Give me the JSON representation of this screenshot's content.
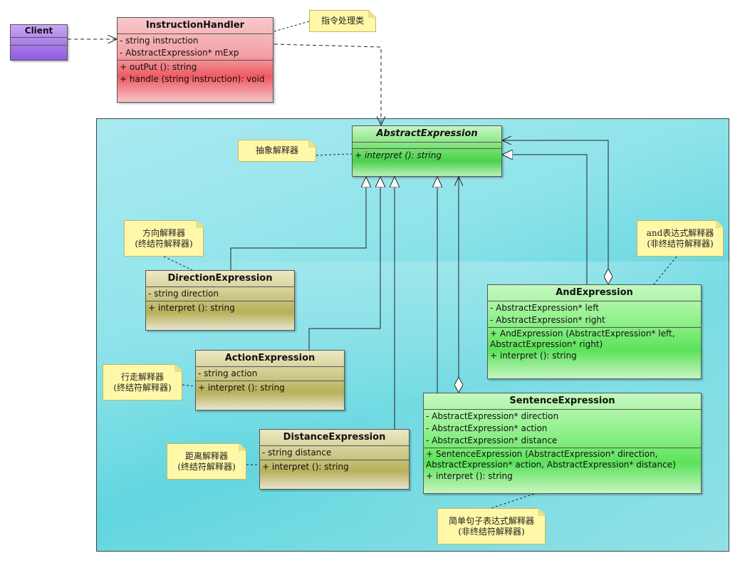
{
  "classes": {
    "client": {
      "name": "Client"
    },
    "instruction_handler": {
      "name": "InstructionHandler",
      "attributes": [
        "- string instruction",
        "- AbstractExpression* mExp"
      ],
      "operations": [
        "+ outPut (): string",
        "+ handle (string instruction): void"
      ]
    },
    "abstract_expression": {
      "name": "AbstractExpression",
      "attributes": [],
      "operations": [
        "+ interpret (): string"
      ]
    },
    "direction_expression": {
      "name": "DirectionExpression",
      "attributes": [
        "- string direction"
      ],
      "operations": [
        "+ interpret (): string"
      ]
    },
    "action_expression": {
      "name": "ActionExpression",
      "attributes": [
        "- string action"
      ],
      "operations": [
        "+ interpret (): string"
      ]
    },
    "distance_expression": {
      "name": "DistanceExpression",
      "attributes": [
        "- string distance"
      ],
      "operations": [
        "+ interpret (): string"
      ]
    },
    "and_expression": {
      "name": "AndExpression",
      "attributes": [
        "- AbstractExpression* left",
        "- AbstractExpression* right"
      ],
      "operations": [
        "+ AndExpression (AbstractExpression* left, AbstractExpression* right)",
        "+ interpret (): string"
      ]
    },
    "sentence_expression": {
      "name": "SentenceExpression",
      "attributes": [
        "- AbstractExpression* direction",
        "- AbstractExpression* action",
        "- AbstractExpression* distance"
      ],
      "operations": [
        "+ SentenceExpression (AbstractExpression* direction, AbstractExpression* action, AbstractExpression* distance)",
        "+ interpret (): string"
      ]
    }
  },
  "notes": {
    "handler": [
      "指令处理类"
    ],
    "abstract": [
      "抽象解释器"
    ],
    "direction": [
      "方向解释器",
      "(终结符解释器)"
    ],
    "action": [
      "行走解释器",
      "(终结符解释器)"
    ],
    "distance": [
      "距离解释器",
      "(终结符解释器)"
    ],
    "and": [
      "and表达式解释器",
      "(非终结符解释器)"
    ],
    "sentence": [
      "简单句子表达式解释器",
      "(非终结符解释器)"
    ]
  }
}
